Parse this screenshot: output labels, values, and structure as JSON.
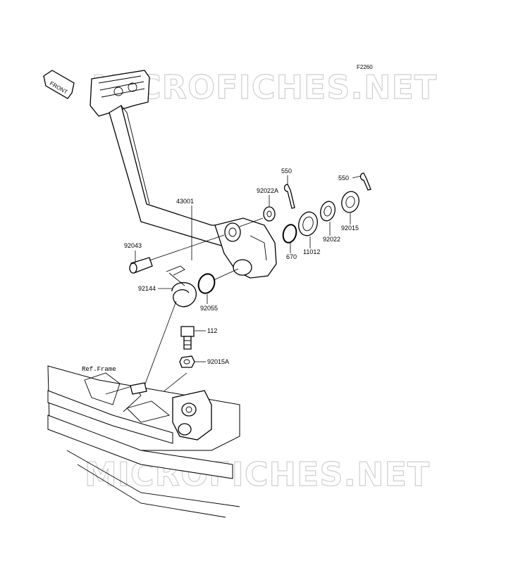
{
  "diagram": {
    "figure_code": "F2260",
    "front_label": "FRONT",
    "watermark_text": "MICROFICHES.NET",
    "ref_frame_label": "Ref.Frame",
    "parts": {
      "p43001": "43001",
      "p92043": "92043",
      "p92144": "92144",
      "p92055": "92055",
      "p112": "112",
      "p92015A": "92015A",
      "p92022A": "92022A",
      "p550a": "550",
      "p550b": "550",
      "p670": "670",
      "p11012": "11012",
      "p92022": "92022",
      "p92015": "92015"
    }
  }
}
